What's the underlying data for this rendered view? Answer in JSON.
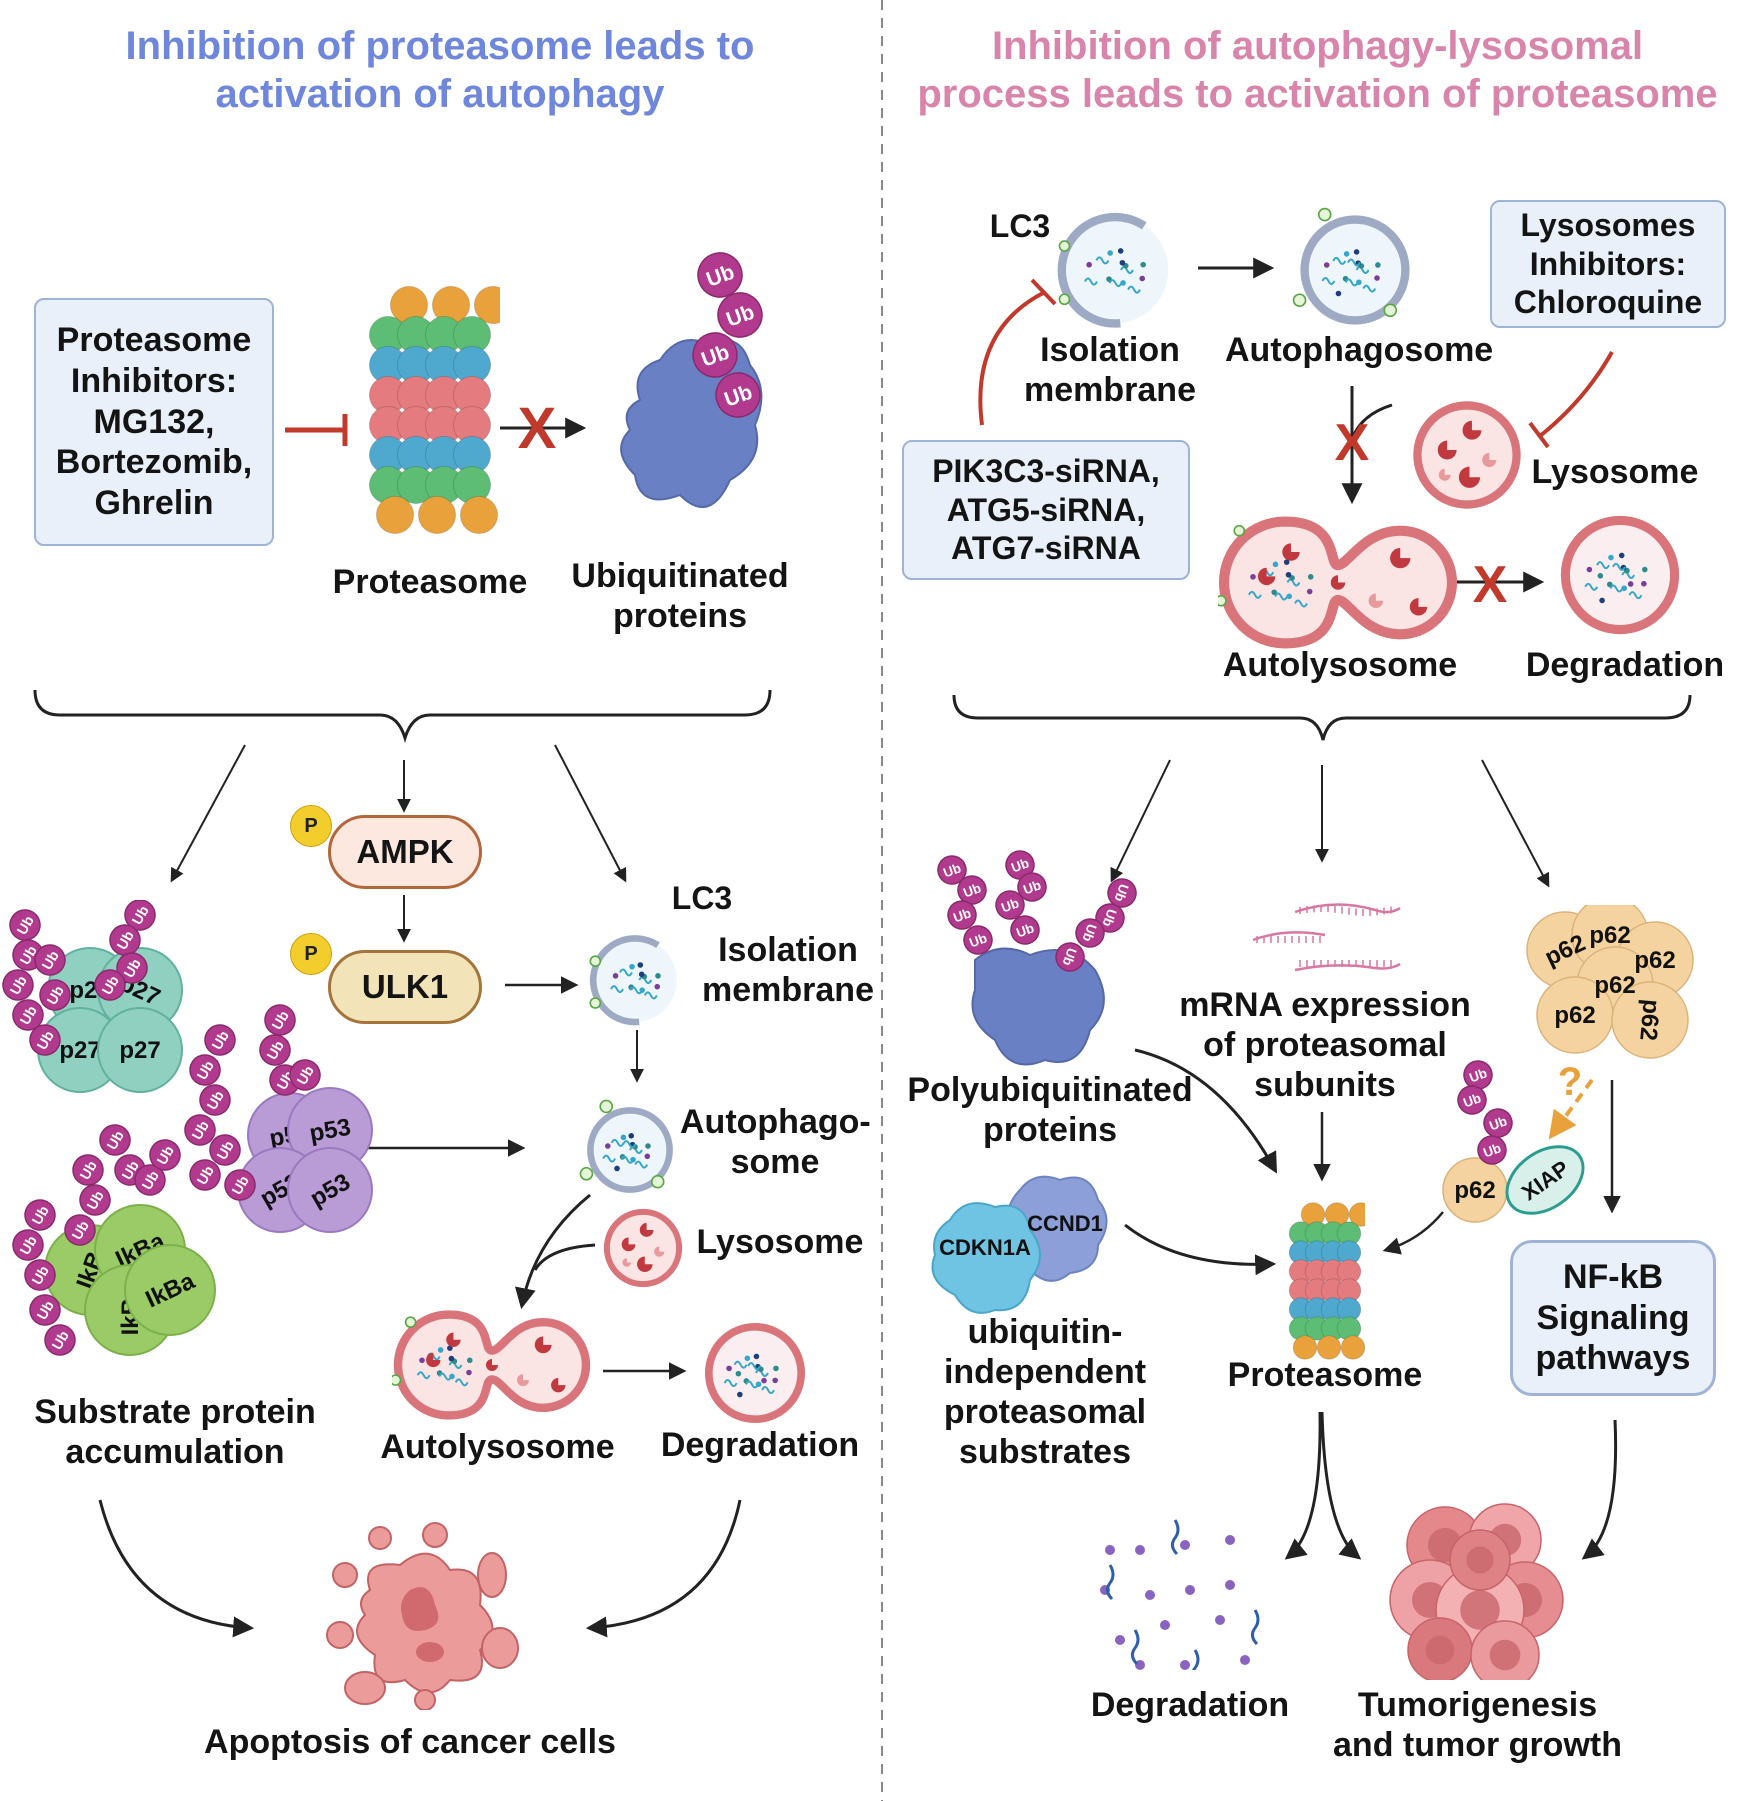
{
  "colors": {
    "left_title": "#6e86dc",
    "right_title": "#d985ab",
    "inhibit_red": "#c0392b",
    "box_fill": "#eaf0fa",
    "box_border": "#9fb3d6",
    "ub": "#b23a8e",
    "proteasome_orange": "#e9a23b",
    "proteasome_green": "#5dbd74",
    "proteasome_blue": "#4fa9cf",
    "proteasome_red": "#e47b7f",
    "lysosome": "#d9747a",
    "ampk_fill": "#fde8df",
    "ampk_border": "#b4663b",
    "ulk1_fill": "#f3e3b8",
    "ulk1_border": "#a4743b",
    "phospho": "#f3cd2c"
  },
  "left": {
    "title": "Inhibition of proteasome leads to\nactivation of autophagy",
    "inhibitors_box": "Proteasome\nInhibitors:\nMG132,\nBortezomib,\nGhrelin",
    "proteasome_label": "Proteasome",
    "ubiquitinated_label": "Ubiquitinated\nproteins",
    "ub": "Ub",
    "phospho": "P",
    "ampk": "AMPK",
    "ulk1": "ULK1",
    "lc3": "LC3",
    "isolation_membrane": "Isolation\nmembrane",
    "autophagosome": "Autophago-\nsome",
    "lysosome": "Lysosome",
    "autolysosome": "Autolysosome",
    "degradation": "Degradation",
    "substrate_accumulation": "Substrate protein\naccumulation",
    "apoptosis": "Apoptosis of cancer cells",
    "substrates": {
      "p27": [
        "p27",
        "p27",
        "p27",
        "p27"
      ],
      "p53": [
        "p53",
        "p53",
        "p53",
        "p53"
      ],
      "ikba": [
        "IkB",
        "IkBa",
        "IkBa",
        "IkBa"
      ]
    }
  },
  "right": {
    "title": "Inhibition of autophagy-lysosomal\nprocess leads to activation of proteasome",
    "lc3": "LC3",
    "isolation_membrane": "Isolation\nmembrane",
    "autophagosome": "Autophagosome",
    "lysosome_inhibitors_box": "Lysosomes\nInhibitors:\nChloroquine",
    "lysosome": "Lysosome",
    "sirna_box": "PIK3C3-siRNA,\nATG5-siRNA,\nATG7-siRNA",
    "autolysosome": "Autolysosome",
    "degradation_top": "Degradation",
    "polyubiquitinated": "Polyubiquitinated\nproteins",
    "mrna": "mRNA expression\nof  proteasomal\nsubunits",
    "p62_cluster": [
      "p62",
      "p62",
      "p62",
      "p62",
      "p62",
      "p62"
    ],
    "p62_single": "p62",
    "xiap": "XIAP",
    "question": "?",
    "ccnd1": "CCND1",
    "cdkn1a": "CDKN1A",
    "ubiquitin_independent": "ubiquitin-\nindependent\nproteasomal\nsubstrates",
    "proteasome": "Proteasome",
    "nfkb_box": "NF-kB\nSignaling\npathways",
    "degradation_bottom": "Degradation",
    "tumorigenesis": "Tumorigenesis\nand tumor growth",
    "ub": "Ub"
  }
}
